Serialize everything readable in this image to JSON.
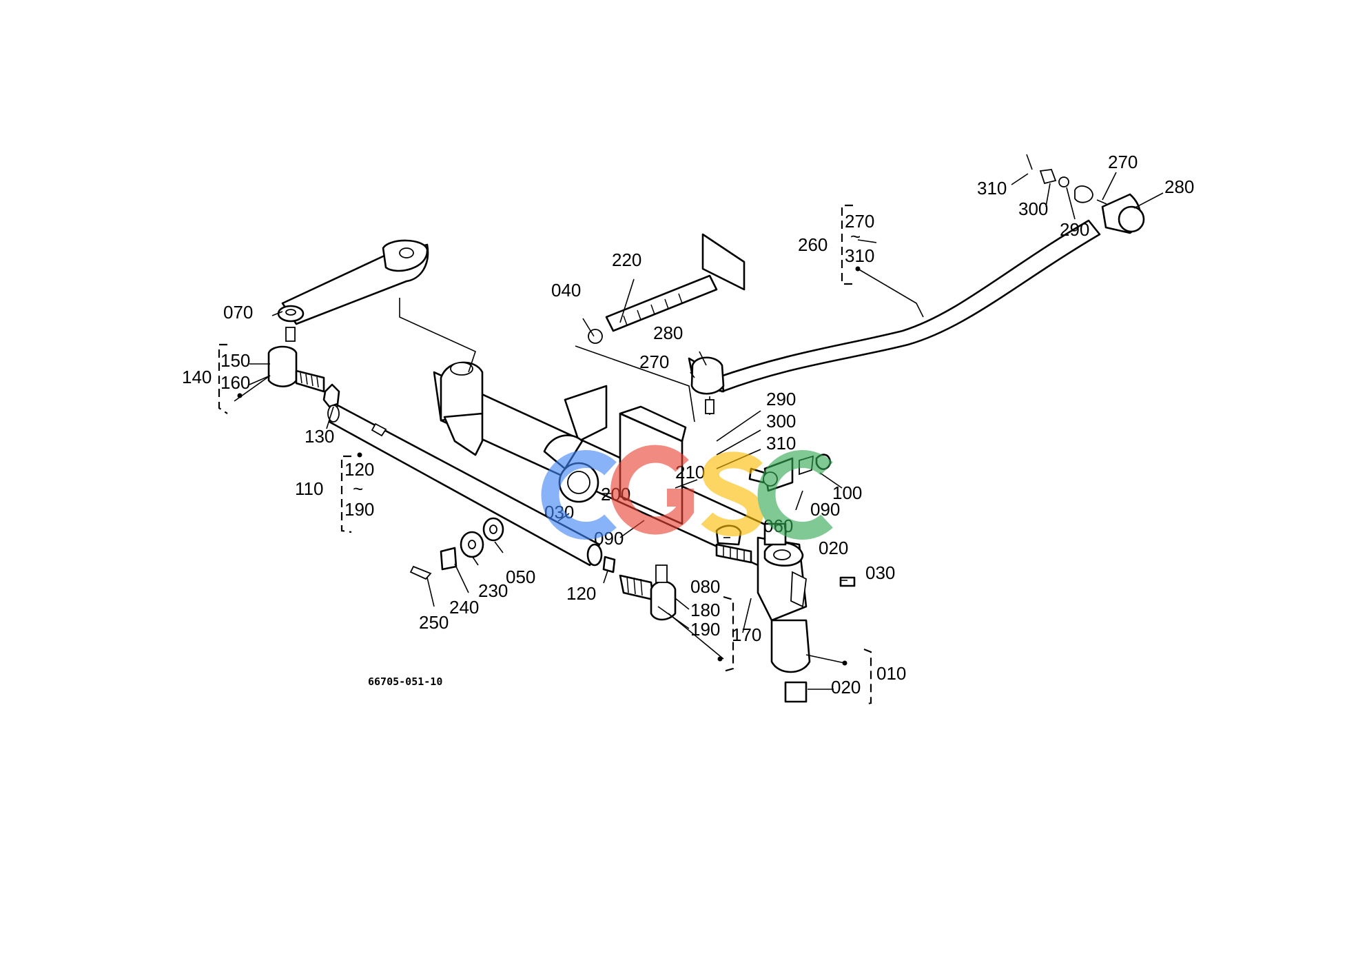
{
  "drawing_ref": "66705-051-10",
  "watermark": {
    "text": "CGSC",
    "colors": [
      "#4285f4",
      "#ea4335",
      "#fbbc05",
      "#34a853"
    ]
  },
  "callouts": {
    "c310_top": "310",
    "c300_top": "300",
    "c290_top": "290",
    "c270_top": "270",
    "c280_top": "280",
    "c260": "260",
    "c260_from": "270",
    "c260_sep": "~",
    "c260_to": "310",
    "c220": "220",
    "c040": "040",
    "c070": "070",
    "c280_mid": "280",
    "c270_mid": "270",
    "c150": "150",
    "c140": "140",
    "c160": "160",
    "c130": "130",
    "c290_mid": "290",
    "c300_mid": "300",
    "c310_mid": "310",
    "c210": "210",
    "c200": "200",
    "c030_left": "030",
    "c090_left": "090",
    "c100": "100",
    "c090_right": "090",
    "c060": "060",
    "c020_top": "020",
    "c080": "080",
    "c030_right": "030",
    "c120_top": "120",
    "c110": "110",
    "c110_sep": "~",
    "c190_left": "190",
    "c050": "050",
    "c230": "230",
    "c240": "240",
    "c250": "250",
    "c120_bot": "120",
    "c180": "180",
    "c190_bot": "190",
    "c170": "170",
    "c010": "010",
    "c020_bot": "020"
  }
}
